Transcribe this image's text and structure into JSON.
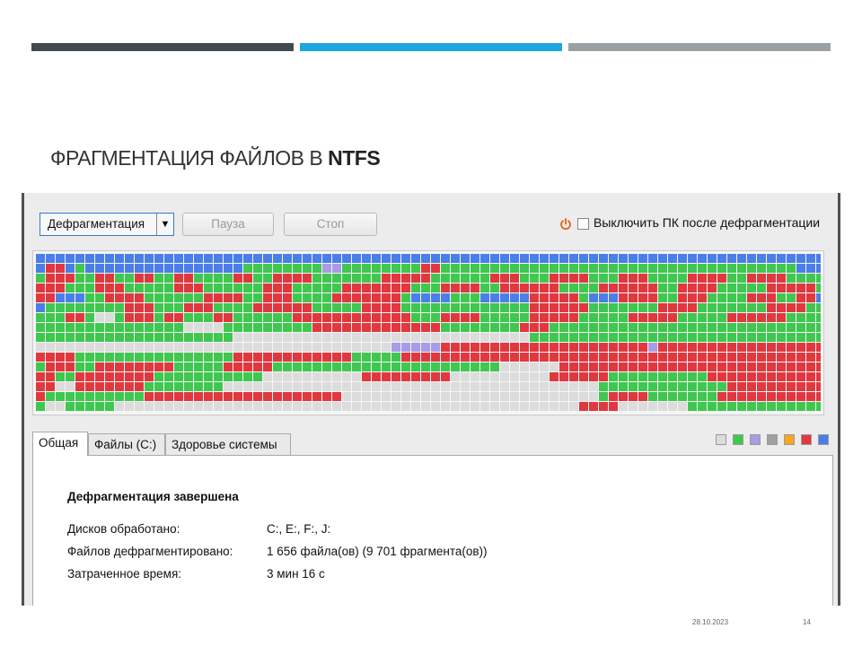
{
  "slide": {
    "title_prefix": "ФРАГМЕНТАЦИЯ ФАЙЛОВ В ",
    "title_bold": "NTFS",
    "date": "28.10.2023",
    "page_number": "14",
    "accent_colors": [
      "#414a4f",
      "#1ea6e0",
      "#9aa0a4"
    ]
  },
  "toolbar": {
    "mode_value": "Дефрагментация",
    "pause_label": "Пауза",
    "stop_label": "Стоп",
    "shutdown_label": "Выключить ПК после дефрагментации",
    "shutdown_checked": false,
    "power_icon": "power-icon"
  },
  "disk_map": {
    "columns": 80,
    "rows": 16,
    "palette": {
      "g": "#dcdcdc",
      "G": "#3fc74f",
      "R": "#e0383e",
      "B": "#4a7ee8",
      "P": "#a99be6",
      "O": "#f5a623"
    },
    "cells": [
      "BBBBBBBBBBBBBBBBBBBBBBBBBBBBBBBBBBBBBBBBBBBBBBBBBBBBBBBBBBBBBBBBBBBBBBBBBBBBBBBB",
      "BRRBGBBBBBBBBBBBBBBBBGGGGGGGGPPGGGGGGGGRRGGGGGGGGGGGGGGGGGGGGGGGGGGGGGGGGGGGGBBB",
      "GRRRGGRRGGRRGGRRGGGGRRGGRRRRGGGGGGGRRRRRGGGGGGRRRGGGRRRRGGGRRRGGGGRRRRGGRRRRGGGG",
      "RRRGGGRRRGGGGGRRRGGGGGGRRRGGGGGRRRRRRRGGGRRRRGGRRRRRRGGGGRRRRRRGGRRRRGGGGGRRRRRG",
      "RRBBBGGRRRRGGGGGGRRRRGGRRRGGGGRRRRRRRGBBBBGGGBBBBBRRRRRGBBBRRRRGGRRRGGGGRRRGGRRB",
      "BGGGGGGGGRRRGGGRRRGGGGRRRRRRGGGGGRRRRGGGGGGGGGGGGGRRRRRRGGGGGGGRRRRGGGGGGGRRRRGG",
      "GGGRRGggGRRRGRRGGGRRGGGGGGRRRRRRRRRRRRGGGRRRRGGGGGRRRRRGGGGGRRRRRGGGGGRRRRRRGGGG",
      "GGGGGGGGGGGGGGGggggGGGGGGGGGRRRRRRRRRRRRRGGGGGGGGRRRGGGGGGGGGGGGGGGGGGGGGGGGGGGG",
      "GGGGGGGGGGGGGGGGGGGGggggggggggggggggggggggggggggggGGGGGGGGGGGGGGGGGGGGGGGGGGGGGG",
      "ggggggggggggggggggggggggggggggggggggPPPPPRRRRRRRRRRRRRRRRRRRRRPRRRRRRRRRRRRRRRRR",
      "RRRRGGGGGGGGGGGGGGGGRRRRRRRRRRRRGGGGGRRRRRRRRRRRRRRRRRRRRRRRRRRRRRRRRRRRRRRRRRRR",
      "GRRRGGRRRRRRRRGGGGGRRRRRGGGGGGGGGGGGGGGGGGGGGGGggggggRRRRRRRRRRRRRRRRRRRRRRRRRRR",
      "RRGGRRRRRRRRGGGGGGGGGGGggggggggggRRRRRRRRRggggggggggRRRRRRGGGGGGGGGGRRRRRRRRRRRRR",
      "RRggRRRRRRRGGGGGGGGggggggggggggggggggggggggggggggggggggggGGGGGGGGGGGGGRRRRRRRRRRR",
      "RGGGGGGGGGGRRRRRRRRRRRRRRRRRRRRggggggggggggggggggggggggggGRRRRGGGGGGGRRRRRRRRRRRR",
      "GggGGGGGgggggggggggggggggggggggggggggggggggggggggggggggRRRRgggggggGGGGGGGGGGGGGGGG"
    ]
  },
  "tabs": [
    {
      "label": "Общая",
      "active": true
    },
    {
      "label": "Файлы (C:)",
      "active": false
    },
    {
      "label": "Здоровье системы",
      "active": false
    }
  ],
  "legend": [
    "#dcdcdc",
    "#3fc74f",
    "#a99be6",
    "#a0a0a0",
    "#f5a623",
    "#e0383e",
    "#4a7ee8"
  ],
  "panel": {
    "status": "Дефрагментация завершена",
    "rows": [
      {
        "key": "Дисков обработано:",
        "value": "C:, E:, F:, J:"
      },
      {
        "key": "Файлов дефрагментировано:",
        "value": "1 656 файла(ов) (9 701 фрагмента(ов))"
      },
      {
        "key": "Затраченное время:",
        "value": "3 мин 16 с"
      }
    ]
  }
}
